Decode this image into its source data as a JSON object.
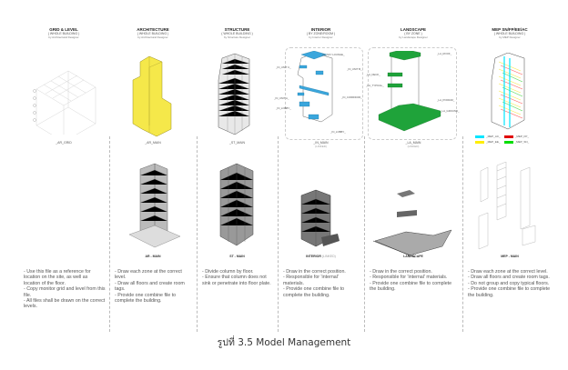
{
  "columns": [
    {
      "title": "GRID & LEVEL",
      "scope": "( WHOLE BUILDING )",
      "by": "by Architectural Designer",
      "file": "_AR_GRID",
      "view_label": "",
      "notes": [
        "- Use this file as a reference for location on the site, as well as location of the floor.",
        "- Copy monitor grid and level from this file.",
        "- All files shall be drawn on the correct levels."
      ]
    },
    {
      "title": "ARCHITECTURE",
      "scope": "( WHOLE BUILDING )",
      "by": "by Architectural Designer",
      "file": "_AR_MAIN",
      "view_label": "AR - MAIN",
      "notes": [
        "- Draw each zone at the correct level.",
        "- Draw all floors and create room tags.",
        "- Provide one combine file to complete the building."
      ]
    },
    {
      "title": "STRUCTURE",
      "scope": "( WHOLE BUILDING )",
      "by": "by Structure Designer",
      "file": "_ST_MAIN",
      "view_label": "ST - MAIN",
      "notes": [
        "- Divide column by floor.",
        "- Ensure that column does not sink or penetrate into floor plate."
      ]
    },
    {
      "title": "INTERIOR",
      "scope": "( BY ZONE/ROOM )",
      "by": "by Interior Designer",
      "file": "_IN_MAIN",
      "file_sub": "(LINKED)",
      "view_label": "INTERIOR",
      "view_sub": "(LINKED)",
      "notes": [
        "- Draw in the correct position.",
        "- Responsible for 'internal' materials.",
        "- Provide one combine file to complete the building."
      ]
    },
    {
      "title": "LANDSCAPE",
      "scope": "( BY ZONE )",
      "by": "by Landscape Designer",
      "file": "_LA_MAIN",
      "file_sub": "(LINKED)",
      "view_label": "LANDSCAPE",
      "notes": [
        "- Draw in the correct position.",
        "- Responsible for 'internal' materials.",
        "- Provide one combine file to complete the building."
      ]
    },
    {
      "title": "MEP SN/FP/EE/AC",
      "scope": "( WHOLE BUILDING )",
      "by": "by MEP Designer",
      "file": "",
      "view_label": "MEP - MAIN",
      "notes": [
        "- Draw each zone at the correct level.",
        "- Draw all floors and create room tags.",
        "- Do not group and copy typical floors.",
        "- Provide one combine file to complete the building."
      ]
    }
  ],
  "interior_tags": [
    "_IN_SKY LOUNGE_",
    "_IN_UNIT C_",
    "_IN_UNIT B_",
    "_IN_UNIT A_",
    "_IN_CORRIDOR_",
    "_IN_LOBBY_",
    "_IN_LOBBY_"
  ],
  "landscape_tags": [
    "_LA_ROOF_",
    "_LA_DECK_",
    "_LA_TYPICAL_",
    "_LA_PODIUM_",
    "_LA_GROUND_"
  ],
  "mep_legend": [
    {
      "label": "_MEP_AC_",
      "color": "#00e5ff"
    },
    {
      "label": "_MEP_FP_",
      "color": "#e00000"
    },
    {
      "label": "_MEP_EE_",
      "color": "#ffee00"
    },
    {
      "label": "_MEP_SN_",
      "color": "#00dd00"
    }
  ],
  "colors": {
    "architecture": "#f5e84a",
    "interior": "#3aa6dc",
    "landscape": "#1fa33a"
  },
  "caption": "รูปที่ 3.5 Model Management"
}
